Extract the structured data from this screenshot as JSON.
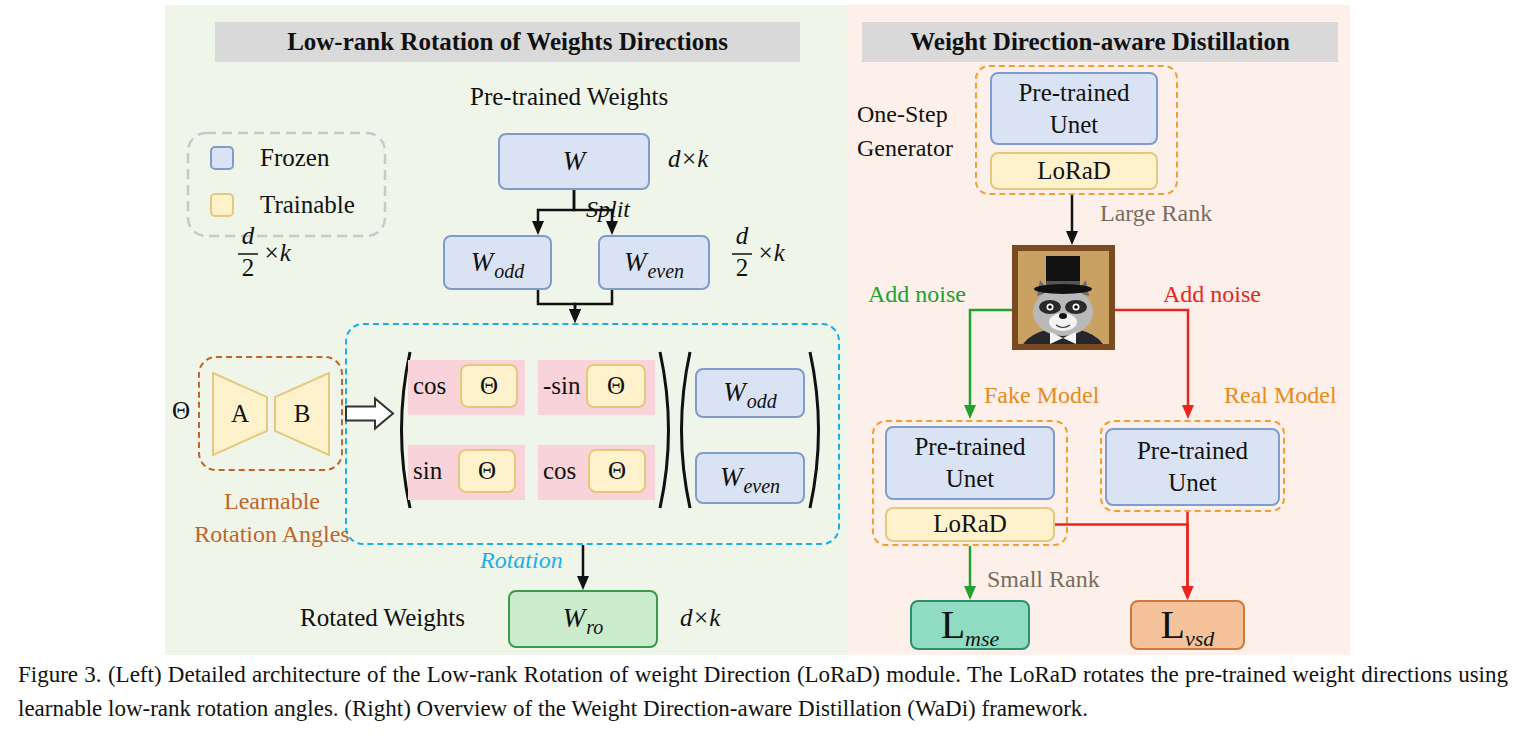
{
  "diagram": {
    "caption": "Figure 3. (Left) Detailed architecture of the Low-rank Rotation of weight Direction (LoRaD) module. The LoRaD rotates the pre-trained weight directions using learnable low-rank rotation angles. (Right) Overview of the Weight Direction-aware Distillation (WaDi) framework.",
    "nodes": [
      {
        "text": [
          "Low-rank Rotation of Weights Directions"
        ]
      },
      {
        "text": [
          "W"
        ]
      },
      {
        "text": [
          "W",
          "odd"
        ]
      },
      {
        "text": [
          "W",
          "even"
        ]
      },
      {
        "text": [
          "Learnable Rotation Angles"
        ]
      },
      {
        "text": [
          "A"
        ],
        "in": 4
      },
      {
        "text": [
          "B"
        ],
        "in": 4
      },
      {
        "text": [
          "Rotation"
        ]
      },
      {
        "text": [
          "cos"
        ],
        "in": 7
      },
      {
        "text": [
          "Θ"
        ],
        "in": 8
      },
      {
        "text": [
          "-sin"
        ],
        "in": 7
      },
      {
        "text": [
          "Θ"
        ],
        "in": 10
      },
      {
        "text": [
          "sin"
        ],
        "in": 7
      },
      {
        "text": [
          "Θ"
        ],
        "in": 12
      },
      {
        "text": [
          "cos"
        ],
        "in": 7
      },
      {
        "text": [
          "Θ"
        ],
        "in": 14
      },
      {
        "text": [
          "W",
          "odd"
        ],
        "in": 7
      },
      {
        "text": [
          "W",
          "even"
        ],
        "in": 7
      },
      {
        "text": [
          "W",
          "ro"
        ]
      },
      {
        "text": [
          "Weight Direction-aware Distillation"
        ]
      },
      {
        "text": [
          "One-Step Generator"
        ]
      },
      {
        "text": [
          "Pre-trained Unet"
        ],
        "in": 20
      },
      {
        "text": [
          "LoRaD"
        ],
        "in": 20
      },
      {
        "text": [
          "Fake Model"
        ]
      },
      {
        "text": [
          "Pre-trained Unet"
        ],
        "in": 23
      },
      {
        "text": [
          "LoRaD"
        ],
        "in": 23
      },
      {
        "text": [
          "Real Model"
        ]
      },
      {
        "text": [
          "Pre-trained Unet"
        ],
        "in": 26
      },
      {
        "text": [
          "L",
          "mse"
        ]
      },
      {
        "text": [
          "L",
          "vsd"
        ]
      }
    ],
    "edges": [
      {
        "from": 1,
        "to": 2,
        "label": "Split",
        "arrow": "to"
      },
      {
        "from": 1,
        "to": 3,
        "arrow": "to"
      },
      {
        "from": 2,
        "to": 7,
        "arrow": "to"
      },
      {
        "from": 3,
        "to": 7,
        "arrow": "to"
      },
      {
        "from": 4,
        "to": 7,
        "arrow": "to"
      },
      {
        "from": 7,
        "to": 18,
        "arrow": "to"
      },
      {
        "from": 25,
        "to": 29,
        "arrow": "to"
      },
      {
        "from": 26,
        "to": 29,
        "arrow": "to"
      },
      {
        "from": 23,
        "to": 28,
        "label": "Small Rank",
        "arrow": "to"
      }
    ],
    "labels": [
      "Pre-trained Weights",
      "d×k",
      "d",
      "2",
      "×k",
      "Θ",
      "d",
      "2",
      "×k",
      "Rotated Weights",
      "d×k",
      "Large Rank",
      "Add noise",
      "Add noise"
    ],
    "legend": [
      {
        "text": "Frozen",
        "color": "#dae3f3"
      },
      {
        "text": "Trainable",
        "color": "#fdf2cc"
      }
    ]
  }
}
